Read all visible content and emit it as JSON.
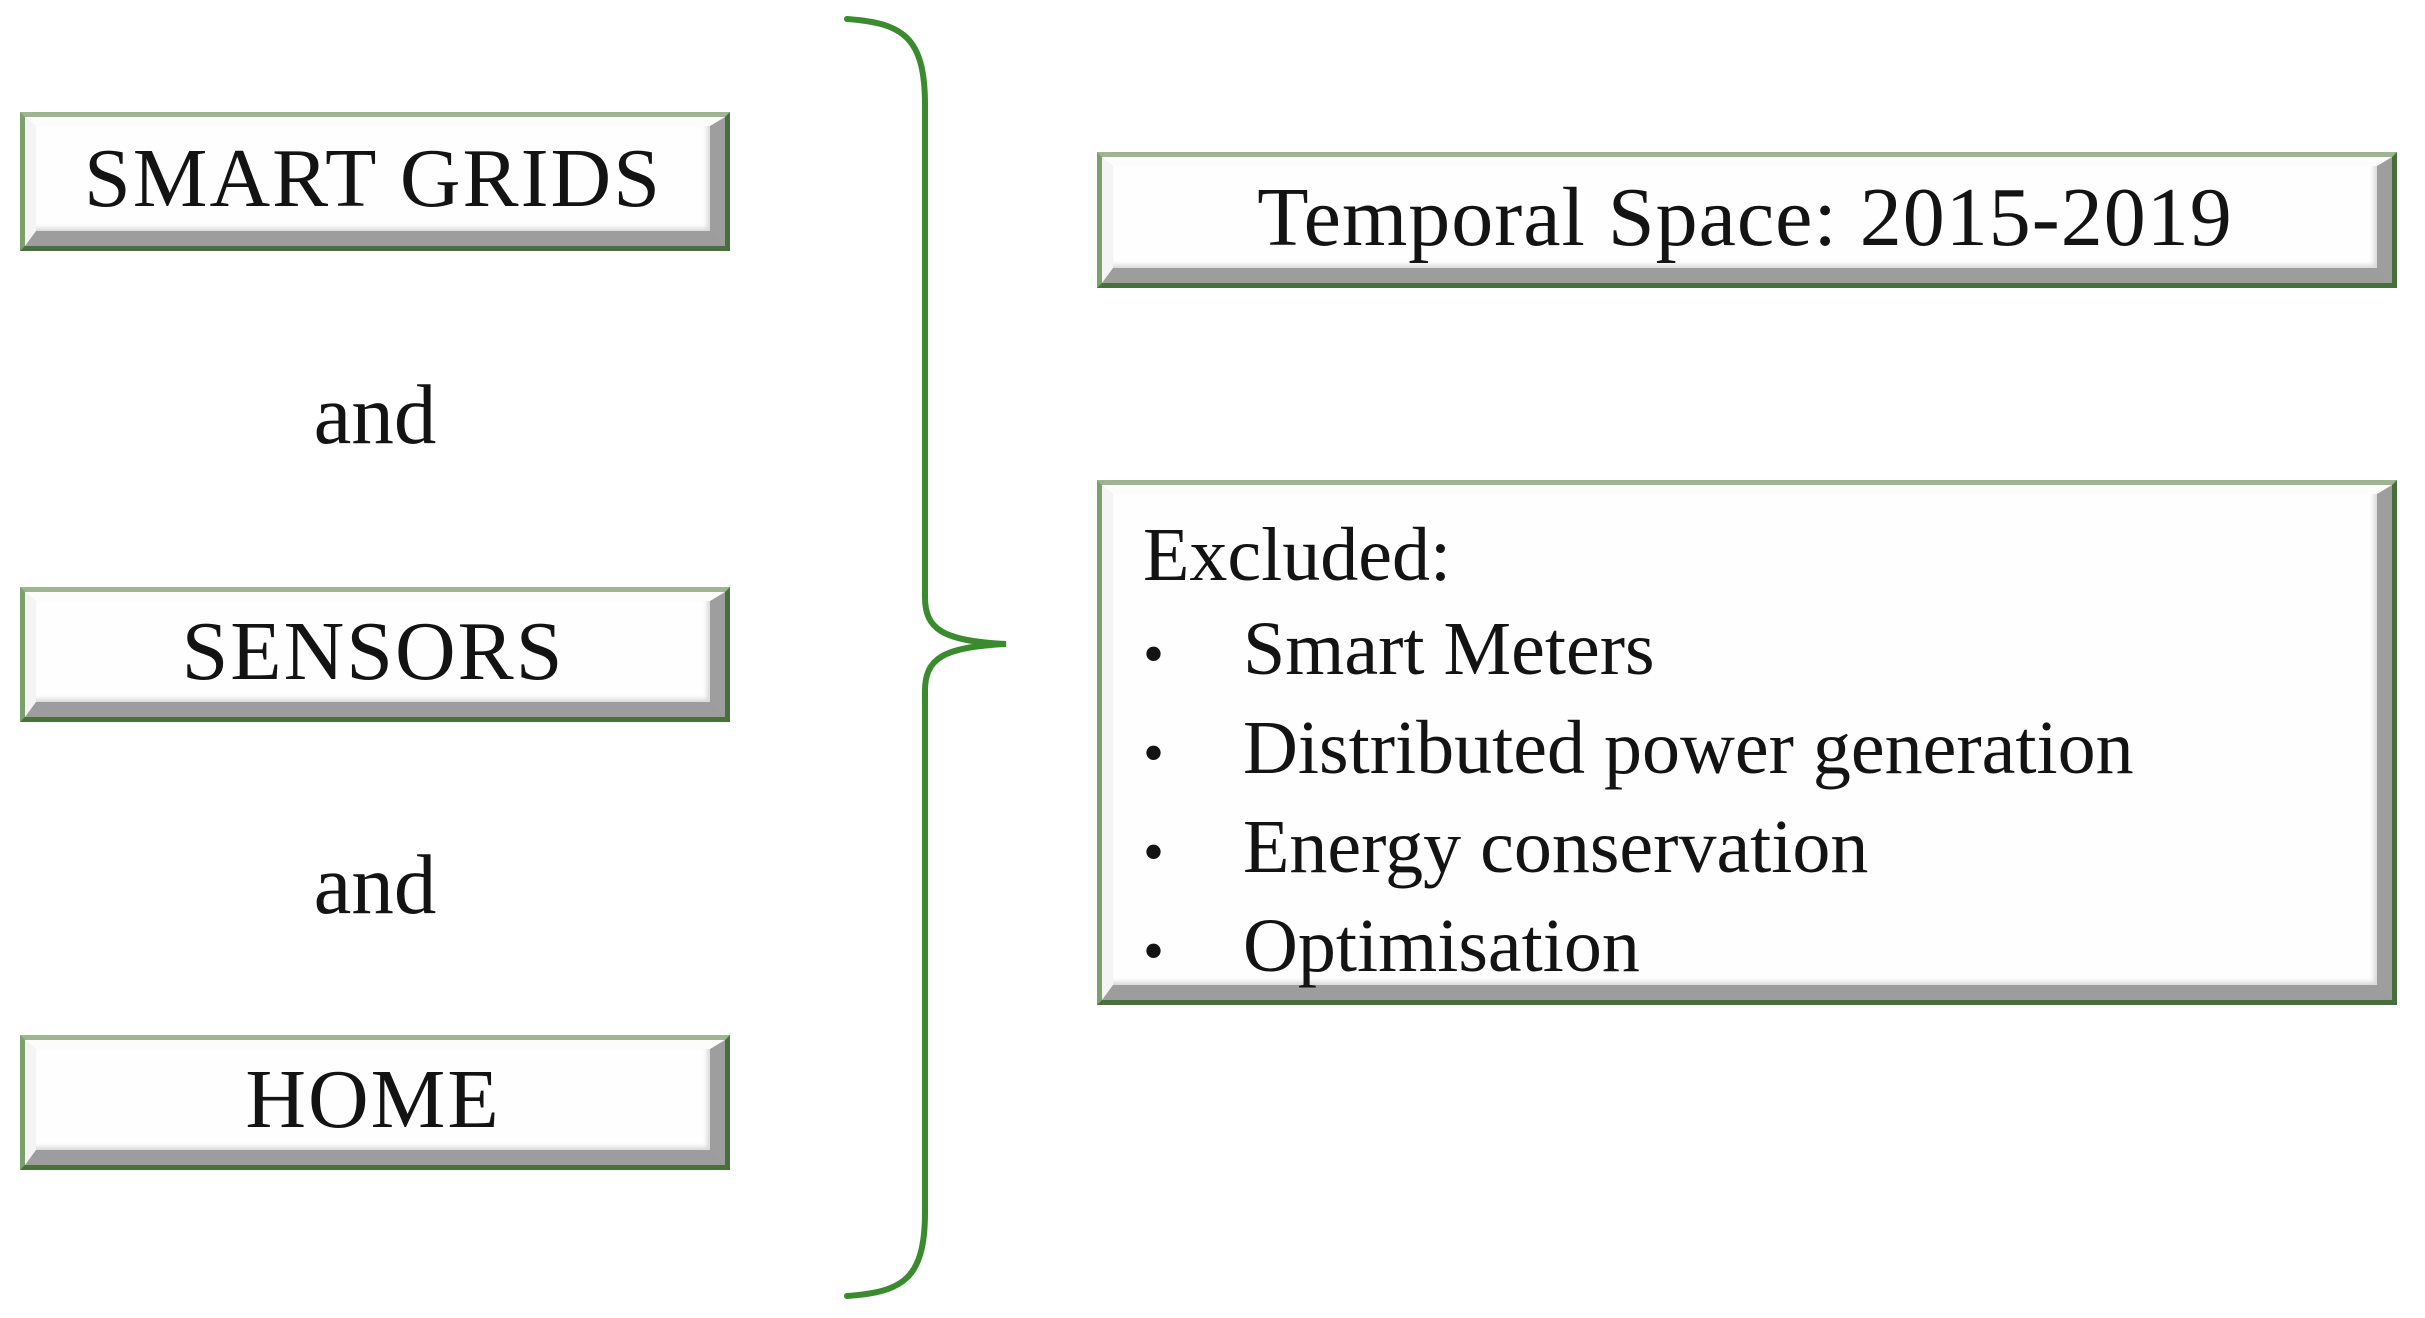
{
  "figure": {
    "background_color": "#ffffff",
    "box_border_green": "#6e9964",
    "brace_green": "#3a8a2e",
    "text_color": "#131313",
    "bevel_shadow_gray": "#9d9d9d"
  },
  "search_terms": {
    "boxes": [
      {
        "label": "SMART GRIDS"
      },
      {
        "label": "SENSORS"
      },
      {
        "label": "HOME"
      }
    ],
    "connectors": [
      "and",
      "and"
    ]
  },
  "criteria": {
    "temporal": {
      "label": "Temporal Space: 2015-2019"
    },
    "exclusions": {
      "heading": "Excluded:",
      "bullet_char": "•",
      "items": [
        "Smart Meters",
        "Distributed power generation",
        "Energy conservation",
        "Optimisation"
      ]
    }
  },
  "icons": {
    "grouping_brace": "right-curly-brace"
  }
}
